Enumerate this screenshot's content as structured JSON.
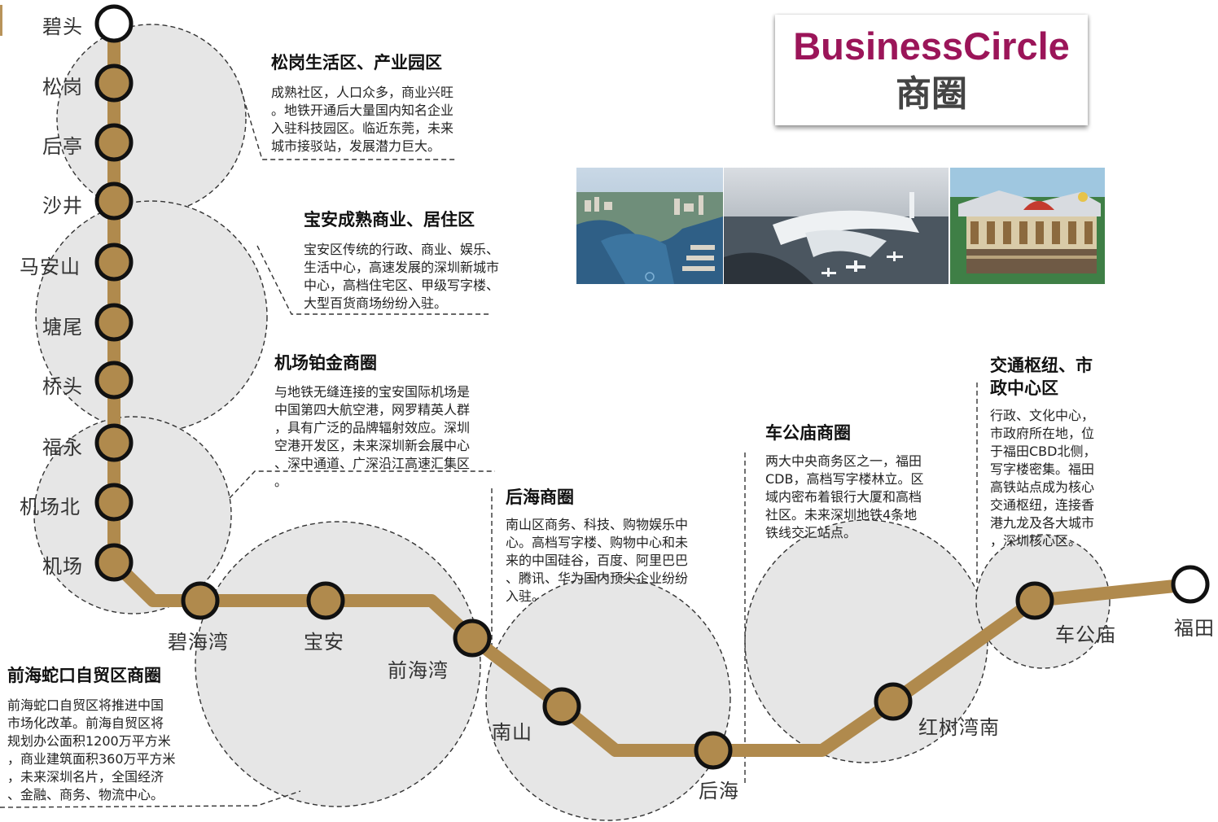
{
  "header": {
    "title_en": "BusinessCircle",
    "title_cn": "商圈"
  },
  "colors": {
    "line": "#b08a4d",
    "station_fill": "#b08a4d",
    "terminal_fill": "#ffffff",
    "zone_fill": "#e6e6e6",
    "title_accent": "#9b1559"
  },
  "stations": [
    {
      "name": "碧头",
      "terminal": true
    },
    {
      "name": "松岗"
    },
    {
      "name": "后亭"
    },
    {
      "name": "沙井"
    },
    {
      "name": "马安山"
    },
    {
      "name": "塘尾"
    },
    {
      "name": "桥头"
    },
    {
      "name": "福永"
    },
    {
      "name": "机场北"
    },
    {
      "name": "机场"
    },
    {
      "name": "碧海湾"
    },
    {
      "name": "宝安"
    },
    {
      "name": "前海湾"
    },
    {
      "name": "南山"
    },
    {
      "name": "后海"
    },
    {
      "name": "红树湾南"
    },
    {
      "name": "车公庙"
    },
    {
      "name": "福田",
      "terminal": true
    }
  ],
  "zones": [
    {
      "title": "松岗生活区、产业园区",
      "desc": [
        "成熟社区，人口众多，商业兴旺",
        "。地铁开通后大量国内知名企业",
        "入驻科技园区。临近东莞，未来",
        "城市接驳站，发展潜力巨大。"
      ]
    },
    {
      "title": "宝安成熟商业、居住区",
      "desc": [
        "宝安区传统的行政、商业、娱乐、",
        "生活中心，高速发展的深圳新城市",
        "中心，高档住宅区、甲级写字楼、",
        "大型百货商场纷纷入驻。"
      ]
    },
    {
      "title": "机场铂金商圈",
      "desc": [
        "与地铁无缝连接的宝安国际机场是",
        "中国第四大航空港，网罗精英人群",
        "，具有广泛的品牌辐射效应。深圳",
        "空港开发区，未来深圳新会展中心",
        "、深中通道、广深沿江高速汇集区",
        "。"
      ]
    },
    {
      "title": "前海蛇口自贸区商圈",
      "desc": [
        "前海蛇口自贸区将推进中国",
        "市场化改革。前海自贸区将",
        "规划办公面积1200万平方米",
        "，商业建筑面积360万平方米",
        "，未来深圳名片，全国经济",
        "、金融、商务、物流中心。"
      ]
    },
    {
      "title": "后海商圈",
      "desc": [
        "南山区商务、科技、购物娱乐中",
        "心。高档写字楼、购物中心和未",
        "来的中国硅谷，百度、阿里巴巴",
        "、腾讯、华为国内顶尖企业纷纷",
        "入驻。"
      ]
    },
    {
      "title": "车公庙商圈",
      "desc": [
        "两大中央商务区之一，福田",
        "CDB，高档写字楼林立。区",
        "域内密布着银行大厦和高档",
        "社区。未来深圳地铁4条地",
        "铁线交汇站点。"
      ]
    },
    {
      "title": [
        "交通枢纽、市",
        "政中心区"
      ],
      "desc": [
        "行政、文化中心，",
        "市政府所在地，位",
        "于福田CBD北侧，",
        "写字楼密集。福田",
        "高铁站点成为核心",
        "交通枢纽，连接香",
        "港九龙及各大城市",
        "，深圳核心区。"
      ]
    }
  ],
  "photos": [
    {
      "name": "waterfront-city-aerial-photo"
    },
    {
      "name": "airport-terminal-render-photo"
    },
    {
      "name": "station-building-render-photo"
    }
  ]
}
